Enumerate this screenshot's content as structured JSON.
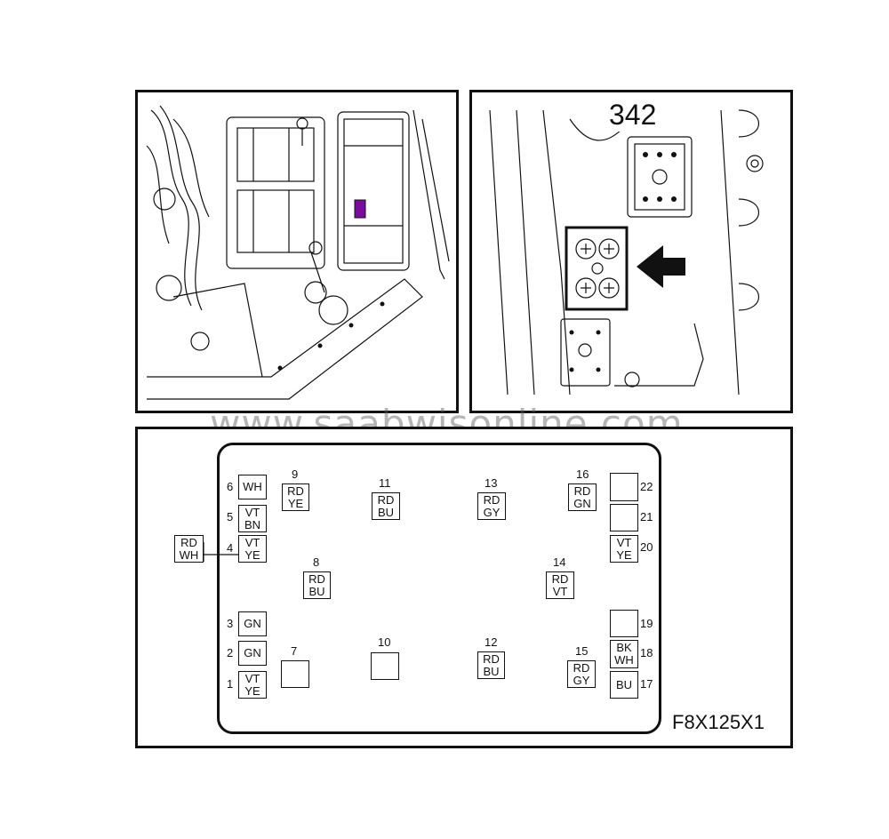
{
  "watermark": "www.saabwisonline.com",
  "callout_label": "342",
  "figure_code": "F8X125X1",
  "colors": {
    "highlight": "#7a0aa0",
    "line": "#111111",
    "watermark": "#5a5a5a"
  },
  "external_wire": {
    "line1": "RD",
    "line2": "WH"
  },
  "pins": [
    {
      "num": "6",
      "line1": "WH",
      "line2": ""
    },
    {
      "num": "5",
      "line1": "VT",
      "line2": "BN"
    },
    {
      "num": "4",
      "line1": "VT",
      "line2": "YE"
    },
    {
      "num": "3",
      "line1": "GN",
      "line2": ""
    },
    {
      "num": "2",
      "line1": "GN",
      "line2": ""
    },
    {
      "num": "1",
      "line1": "VT",
      "line2": "YE"
    },
    {
      "num": "9",
      "line1": "RD",
      "line2": "YE"
    },
    {
      "num": "8",
      "line1": "RD",
      "line2": "BU"
    },
    {
      "num": "7",
      "line1": "",
      "line2": ""
    },
    {
      "num": "11",
      "line1": "RD",
      "line2": "BU"
    },
    {
      "num": "10",
      "line1": "",
      "line2": ""
    },
    {
      "num": "13",
      "line1": "RD",
      "line2": "GY"
    },
    {
      "num": "12",
      "line1": "RD",
      "line2": "BU"
    },
    {
      "num": "16",
      "line1": "RD",
      "line2": "GN"
    },
    {
      "num": "14",
      "line1": "RD",
      "line2": "VT"
    },
    {
      "num": "15",
      "line1": "RD",
      "line2": "GY"
    },
    {
      "num": "22",
      "line1": "",
      "line2": ""
    },
    {
      "num": "21",
      "line1": "",
      "line2": ""
    },
    {
      "num": "20",
      "line1": "VT",
      "line2": "YE"
    },
    {
      "num": "19",
      "line1": "",
      "line2": ""
    },
    {
      "num": "18",
      "line1": "BK",
      "line2": "WH"
    },
    {
      "num": "17",
      "line1": "BU",
      "line2": ""
    }
  ]
}
